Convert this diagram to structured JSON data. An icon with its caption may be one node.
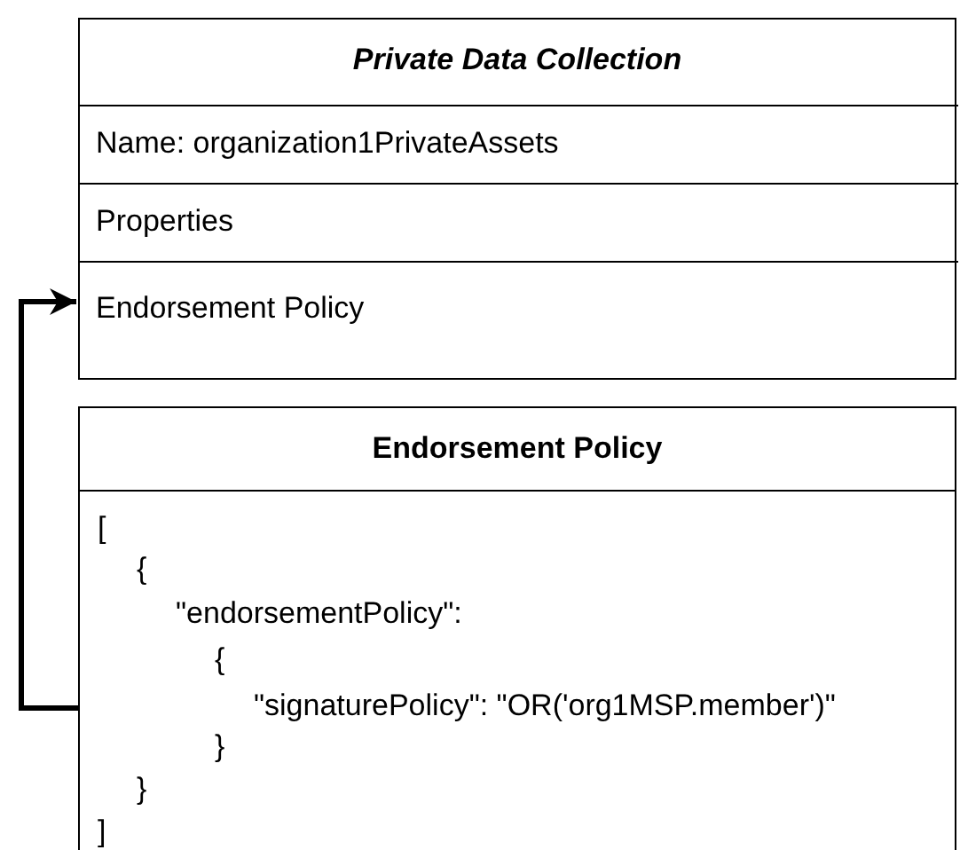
{
  "diagram": {
    "nodes": [
      {
        "text": [
          "Private Data Collection"
        ]
      },
      {
        "text": [
          "Name: organization1PrivateAssets"
        ],
        "in": 0
      },
      {
        "text": [
          "Properties"
        ],
        "in": 0
      },
      {
        "text": [
          "Endorsement Policy"
        ],
        "in": 0
      },
      {
        "text": [
          "Endorsement Policy",
          "[",
          "{",
          "\"endorsementPolicy\":",
          "{",
          "\"signaturePolicy\": \"OR('org1MSP.member')\"",
          "}",
          "}",
          "]"
        ]
      }
    ],
    "edges": [
      {
        "from": 4,
        "to": 3,
        "arrow": "to"
      }
    ]
  }
}
